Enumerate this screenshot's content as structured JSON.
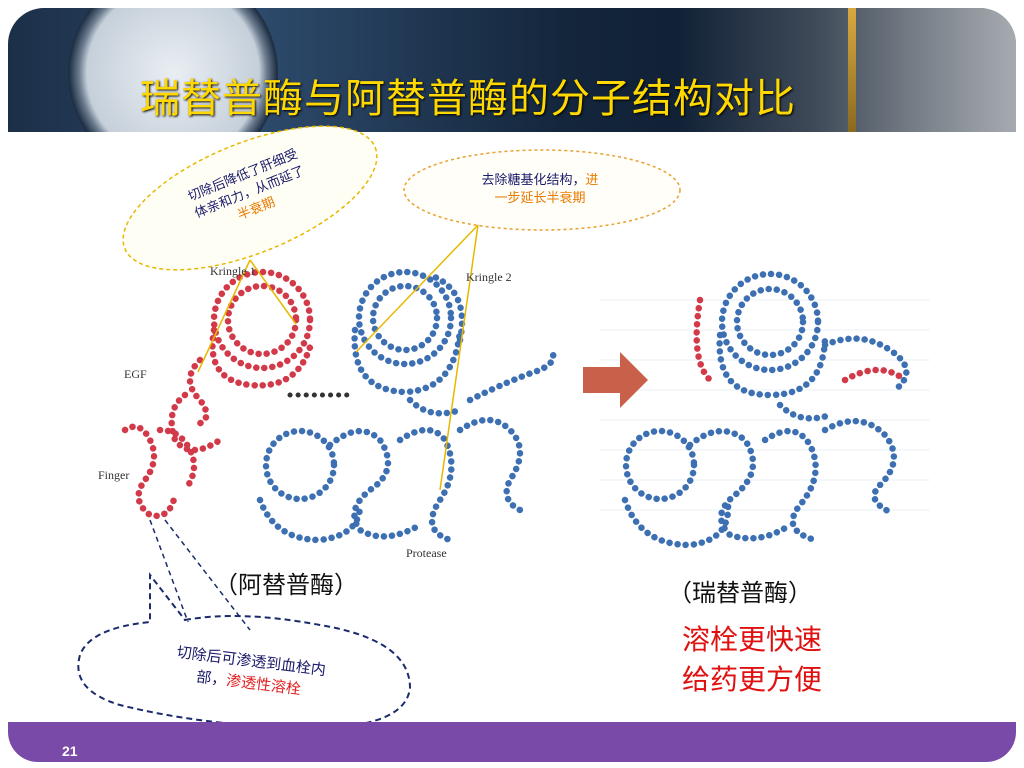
{
  "slide": {
    "title": "瑞替普酶与阿替普酶的分子结构对比",
    "page_number": "21"
  },
  "diagram": {
    "labels": {
      "kringle1": "Kringle 1",
      "kringle2": "Kringle 2",
      "egf": "EGF",
      "finger": "Finger",
      "protease": "Protease"
    }
  },
  "callouts": {
    "top_left": {
      "line1": "切除后降低了肝细受",
      "line2": "体亲和力，从而延了",
      "highlight": "半衰期"
    },
    "top_right": {
      "text": "去除糖基化结构，",
      "highlight_a": "进",
      "highlight_b": "一步延长半衰期"
    },
    "bottom_left": {
      "line1": "切除后可渗透到血栓内",
      "prefix": "部，",
      "highlight": "渗透性溶栓"
    }
  },
  "captions": {
    "left": "（阿替普酶）",
    "right": "（瑞替普酶）"
  },
  "benefits": {
    "line1": "溶栓更快速",
    "line2": "给药更方便"
  },
  "colors": {
    "title": "#ffd800",
    "highlight_red": "#e02020",
    "highlight_orange": "#e87a00",
    "footer": "#7a4aa8",
    "arrow": "#c8604a"
  }
}
